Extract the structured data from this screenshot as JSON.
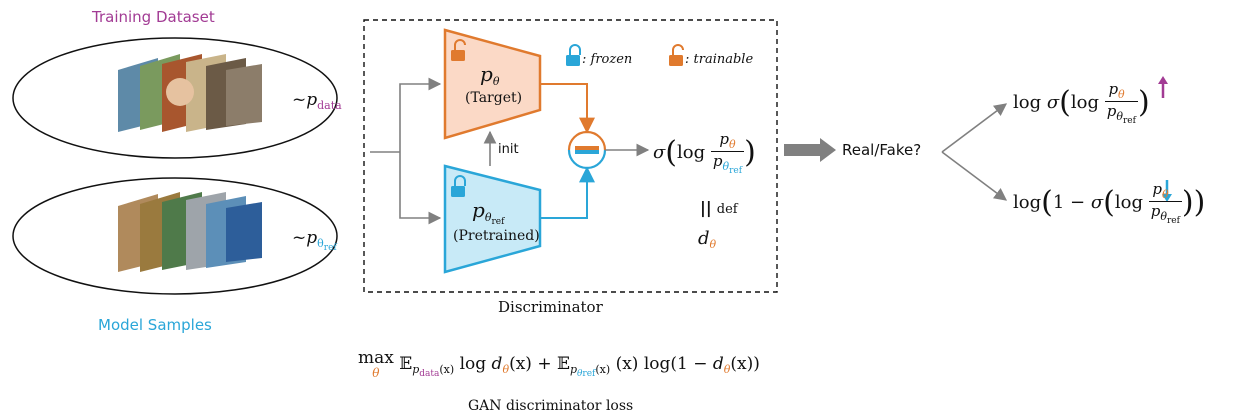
{
  "labels": {
    "training_dataset": "Training Dataset",
    "model_samples": "Model Samples",
    "discriminator": "Discriminator",
    "gan_loss_caption": "GAN discriminator loss",
    "init": "init",
    "real_fake": "Real/Fake?",
    "def": "def",
    "target": "(Target)",
    "pretrained": "(Pretrained)",
    "frozen": ": frozen",
    "trainable": ": trainable"
  },
  "math": {
    "p_data_tilde": "~p",
    "p_data_sub": "data",
    "p_ref_tilde": "~p",
    "p_theta": "p",
    "theta": "θ",
    "ref": "ref",
    "log": "log",
    "sigma": "σ",
    "d": "d",
    "one_minus": "1 −",
    "max": "max",
    "formula_E": "𝔼",
    "formula_x": "(x)",
    "formula_mid": "log",
    "formula_dx": "(x) +",
    "formula_end": "(x) log(1 −",
    "formula_close": "(x))"
  },
  "colors": {
    "target_fill": "#fbd9c6",
    "target_stroke": "#e07a2e",
    "pre_fill": "#c8eaf7",
    "pre_stroke": "#2aa6d8",
    "purple": "#a23b94",
    "blue": "#2aa6d8",
    "orange": "#e07a2e",
    "arrow_gray": "#808080"
  }
}
